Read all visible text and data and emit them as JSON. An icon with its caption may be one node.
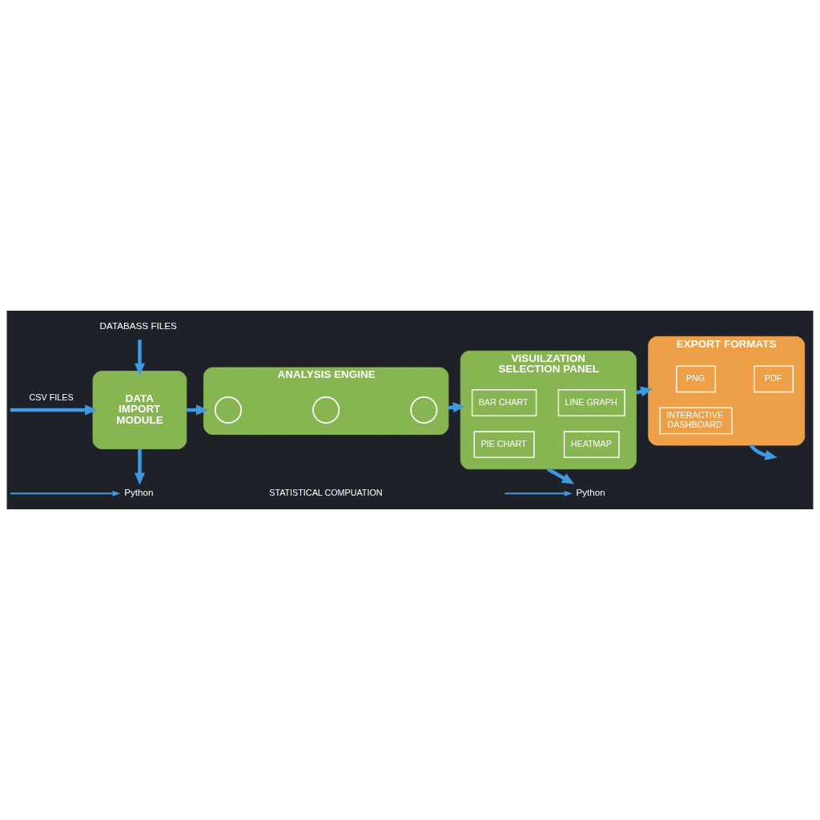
{
  "diagram": {
    "nodes": [
      {
        "text": [
          "DATABASS FILES"
        ]
      },
      {
        "text": [
          "DATA IMPORT MODULE"
        ]
      },
      {
        "text": [
          "ANALYSIS ENGINE"
        ]
      },
      {
        "text": [],
        "shape": "circle",
        "in": 2
      },
      {
        "text": [],
        "shape": "circle",
        "in": 2
      },
      {
        "text": [],
        "shape": "circle",
        "in": 2
      },
      {
        "text": [
          "VISUILZATION SELECTION PANEL"
        ]
      },
      {
        "text": [
          "BAR CHART"
        ],
        "in": 6
      },
      {
        "text": [
          "LINE GRAPH"
        ],
        "in": 6
      },
      {
        "text": [
          "PIE CHART"
        ],
        "in": 6
      },
      {
        "text": [
          "HEATMAP"
        ],
        "in": 6
      },
      {
        "text": [
          "EXPORT FORMATS"
        ]
      },
      {
        "text": [
          "PNG"
        ],
        "in": 11
      },
      {
        "text": [
          "PDF"
        ],
        "in": 11
      },
      {
        "text": [
          "INTERACTIVE DASHBOARD"
        ],
        "in": 11
      },
      {
        "text": [
          "Python"
        ]
      },
      {
        "text": [
          "Python"
        ]
      }
    ],
    "edges": [
      {
        "from": null,
        "to": 1,
        "arrow": "to",
        "label": "CSV FILES"
      },
      {
        "from": 0,
        "to": 1,
        "arrow": "to"
      },
      {
        "from": 1,
        "to": 2,
        "arrow": "to"
      },
      {
        "from": 2,
        "to": 6,
        "arrow": "to"
      },
      {
        "from": 6,
        "to": 11,
        "arrow": "to"
      },
      {
        "from": 1,
        "to": 15,
        "arrow": "to"
      },
      {
        "from": null,
        "to": 15,
        "arrow": "to"
      },
      {
        "from": 6,
        "to": 16,
        "arrow": "to"
      },
      {
        "from": null,
        "to": 16,
        "arrow": "to"
      },
      {
        "from": 11,
        "to": null,
        "arrow": "to"
      }
    ],
    "labels": [
      "STATISTICAL COMPUATION"
    ]
  }
}
